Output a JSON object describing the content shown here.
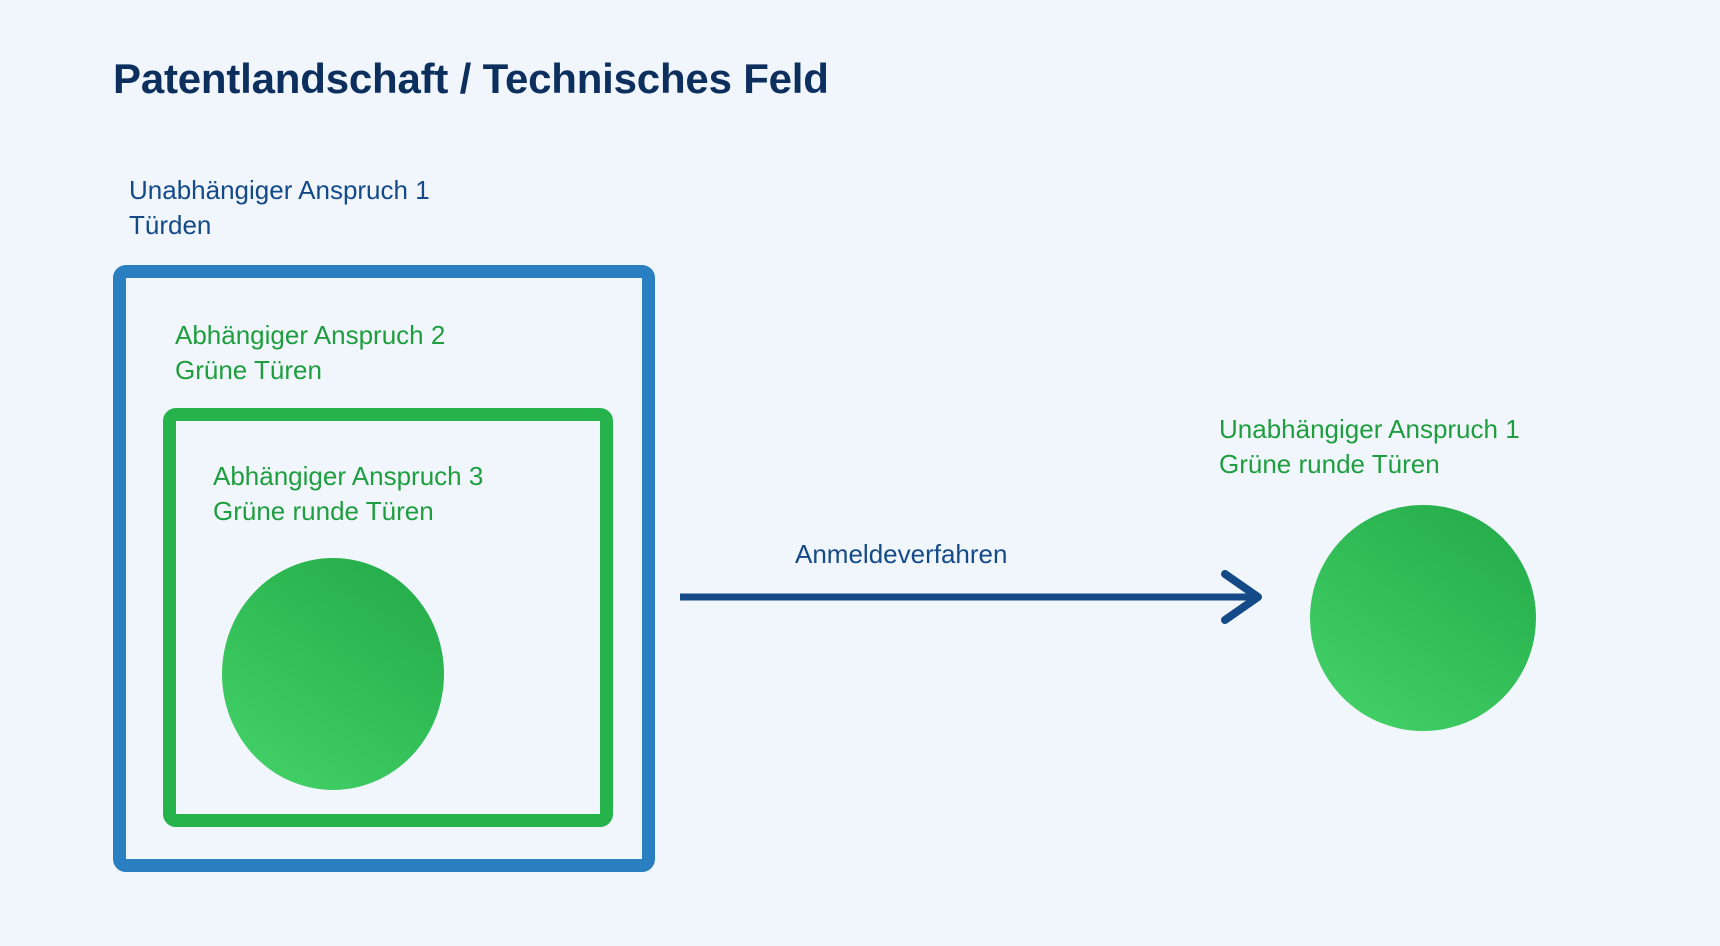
{
  "page": {
    "title": "Patentlandschaft / Technisches Feld",
    "background_color": "#f1f6fd"
  },
  "colors": {
    "title_navy": "#0d2f5e",
    "label_navy": "#144a87",
    "label_green": "#1e9e3e",
    "box_blue": "#2a7fc1",
    "box_green": "#27b34c",
    "circle_green_dark": "#22a948",
    "circle_green_light": "#46d46a",
    "arrow_navy": "#144a87"
  },
  "claim_scope": {
    "outer": {
      "label_line1": "Unabhängiger Anspruch 1",
      "label_line2": "Türden",
      "label_text": "Unabhängiger Anspruch 1\nTürden",
      "border_color": "#2a7fc1"
    },
    "middle": {
      "label_line1": "Abhängiger Anspruch 2",
      "label_line2": "Grüne Türen",
      "label_text": "Abhängiger Anspruch 2\nGrüne Türen",
      "border_color": "#27b34c"
    },
    "inner": {
      "label_line1": "Abhängiger Anspruch 3",
      "label_line2": "Grüne runde Türen",
      "label_text": "Abhängiger Anspruch 3\nGrüne runde Türen",
      "shape": "circle"
    }
  },
  "transition": {
    "arrow_label": "Anmeldeverfahren",
    "direction": "left-to-right"
  },
  "result": {
    "label_line1": "Unabhängiger Anspruch 1",
    "label_line2": "Grüne runde Türen",
    "label_text": "Unabhängiger Anspruch 1\nGrüne runde Türen",
    "shape": "circle"
  }
}
